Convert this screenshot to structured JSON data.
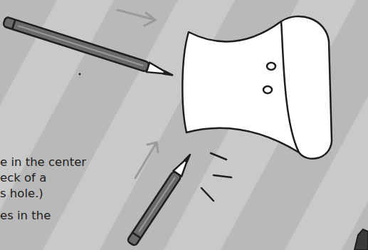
{
  "diagram": {
    "labels": [
      "e in the center",
      "eck of a",
      "s hole.)",
      "es in the"
    ]
  }
}
